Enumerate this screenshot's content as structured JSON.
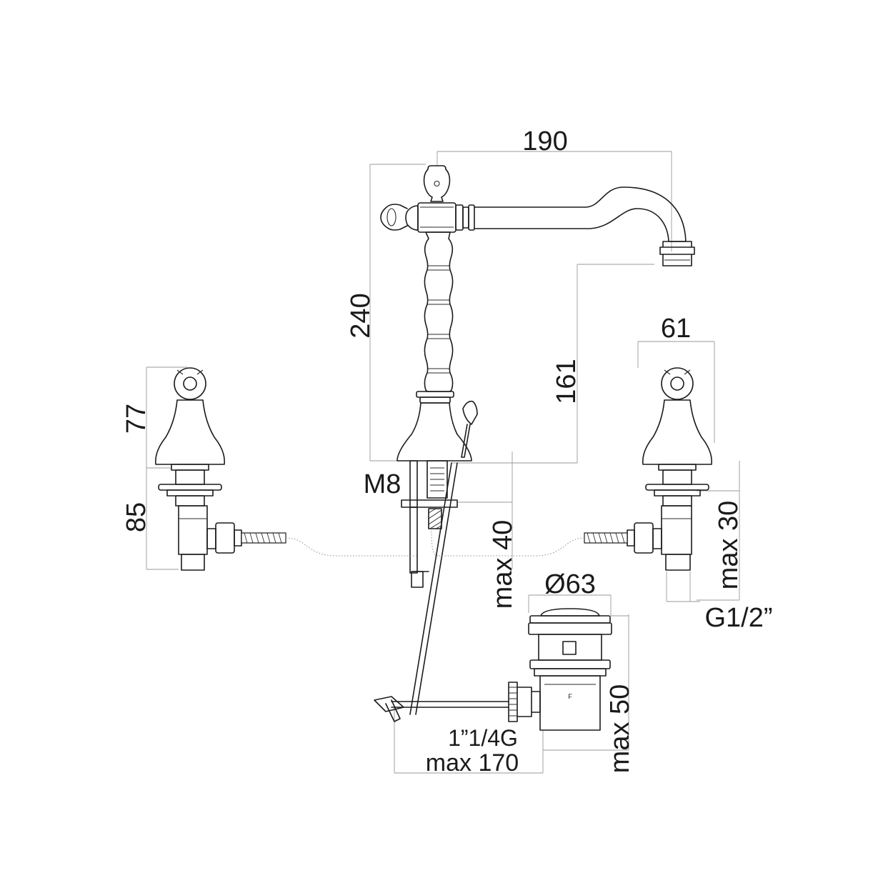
{
  "diagram": {
    "dimensions": {
      "spout_reach": "190",
      "mixer_height": "240",
      "spout_height": "161",
      "handle_width": "61",
      "handle_height": "77",
      "valve_body_height": "85",
      "rod_thread": "M8",
      "deck_thickness_mixer": "max 40",
      "deck_thickness_valve": "max 30",
      "waste_diameter": "Ø63",
      "waste_height": "max 50",
      "supply_thread": "G1/2”",
      "waste_thread": "1”1/4G",
      "rod_length": "max 170"
    },
    "colors": {
      "line": "#1c1c1c",
      "dimension_line": "#9a9a9a",
      "background": "#ffffff"
    }
  }
}
